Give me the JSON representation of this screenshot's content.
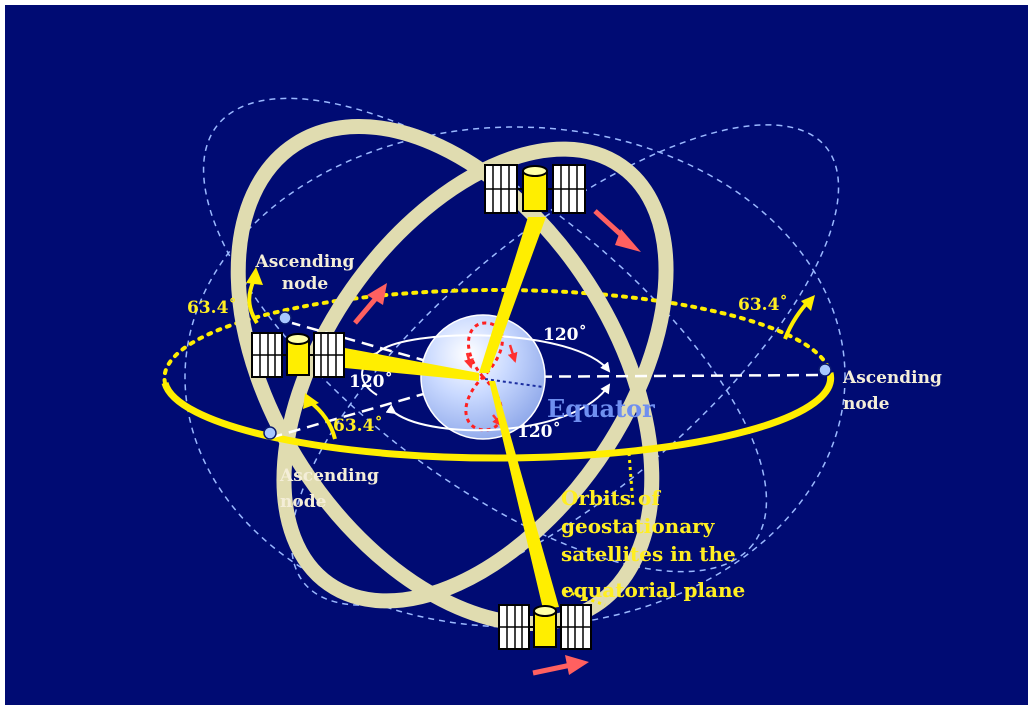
{
  "diagram": {
    "labels": {
      "ascending_node_top_line1": "Ascending",
      "ascending_node_top_line2": "node",
      "ascending_node_right_line1": "Ascending",
      "ascending_node_right_line2": "node",
      "ascending_node_bottom_line1": "Ascending",
      "ascending_node_bottom_line2": "node",
      "inclination_left": "63.4˚",
      "inclination_right": "63.4˚",
      "inclination_bottom": "63.4˚",
      "angle_top": "120˚",
      "angle_left": "120˚",
      "angle_bottom": "120˚",
      "equator": "Equator",
      "geo_orbit_line1": "Orbits of",
      "geo_orbit_line2": "geostationary",
      "geo_orbit_line3": "satellites in  the",
      "geo_orbit_line4": "equatorial plane"
    },
    "colors": {
      "background": "#000b73",
      "orbit_band": "#e0dcb0",
      "equatorial_ring": "#ffee00",
      "label_white": "#f4eed8",
      "label_yellow": "#ffee22",
      "equator_text": "#6f8ff0",
      "motion_arrow": "#ff6060",
      "earth": "#bcd0ff"
    }
  }
}
